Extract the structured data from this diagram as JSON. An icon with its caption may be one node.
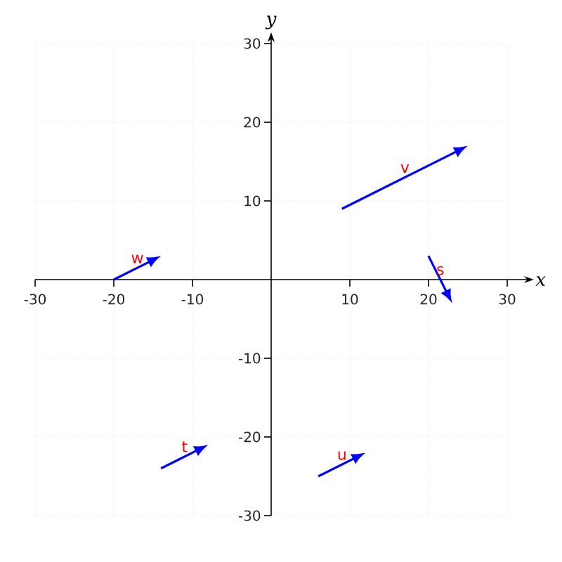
{
  "diagram": {
    "chart_data": {
      "type": "line",
      "xlabel": "x",
      "ylabel": "y",
      "xlim": [
        -30,
        30
      ],
      "ylim": [
        -30,
        30
      ],
      "grid": true,
      "xticks": [
        -30,
        -20,
        -10,
        10,
        20,
        30
      ],
      "yticks": [
        -30,
        -20,
        -10,
        10,
        20,
        30
      ],
      "annotations": [
        "v",
        "s",
        "w",
        "t",
        "u"
      ]
    }
  }
}
